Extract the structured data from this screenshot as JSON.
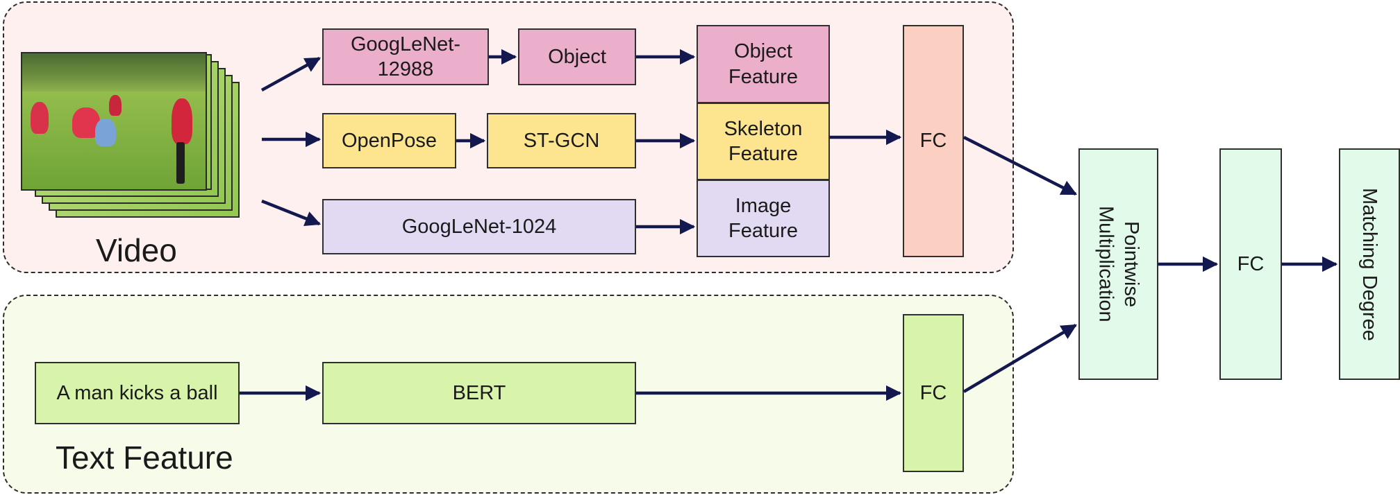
{
  "regions": {
    "video_label": "Video",
    "text_label": "Text Feature"
  },
  "nodes": {
    "googlenet_12988": "GoogLeNet-\n12988",
    "object": "Object",
    "object_feature": "Object\nFeature",
    "openpose": "OpenPose",
    "st_gcn": "ST-GCN",
    "skeleton_feature": "Skeleton\nFeature",
    "googlenet_1024": "GoogLeNet-1024",
    "image_feature": "Image\nFeature",
    "fc_video": "FC",
    "text_input": "A man kicks a ball",
    "bert": "BERT",
    "fc_text": "FC",
    "pointwise_multiplication": "Pointwise\nMultiplication",
    "fc_final": "FC",
    "matching_degree": "Matching Degree"
  },
  "colors": {
    "video_region_bg": "#fdf0ee",
    "text_region_bg": "#f6fbea",
    "object_branch": "#ebafcc",
    "skeleton_branch": "#fde58f",
    "image_branch": "#e2daf2",
    "fc_video": "#fbcfc1",
    "text_branch": "#d8f4aa",
    "fusion": "#e2faea",
    "arrow": "#13184f"
  }
}
